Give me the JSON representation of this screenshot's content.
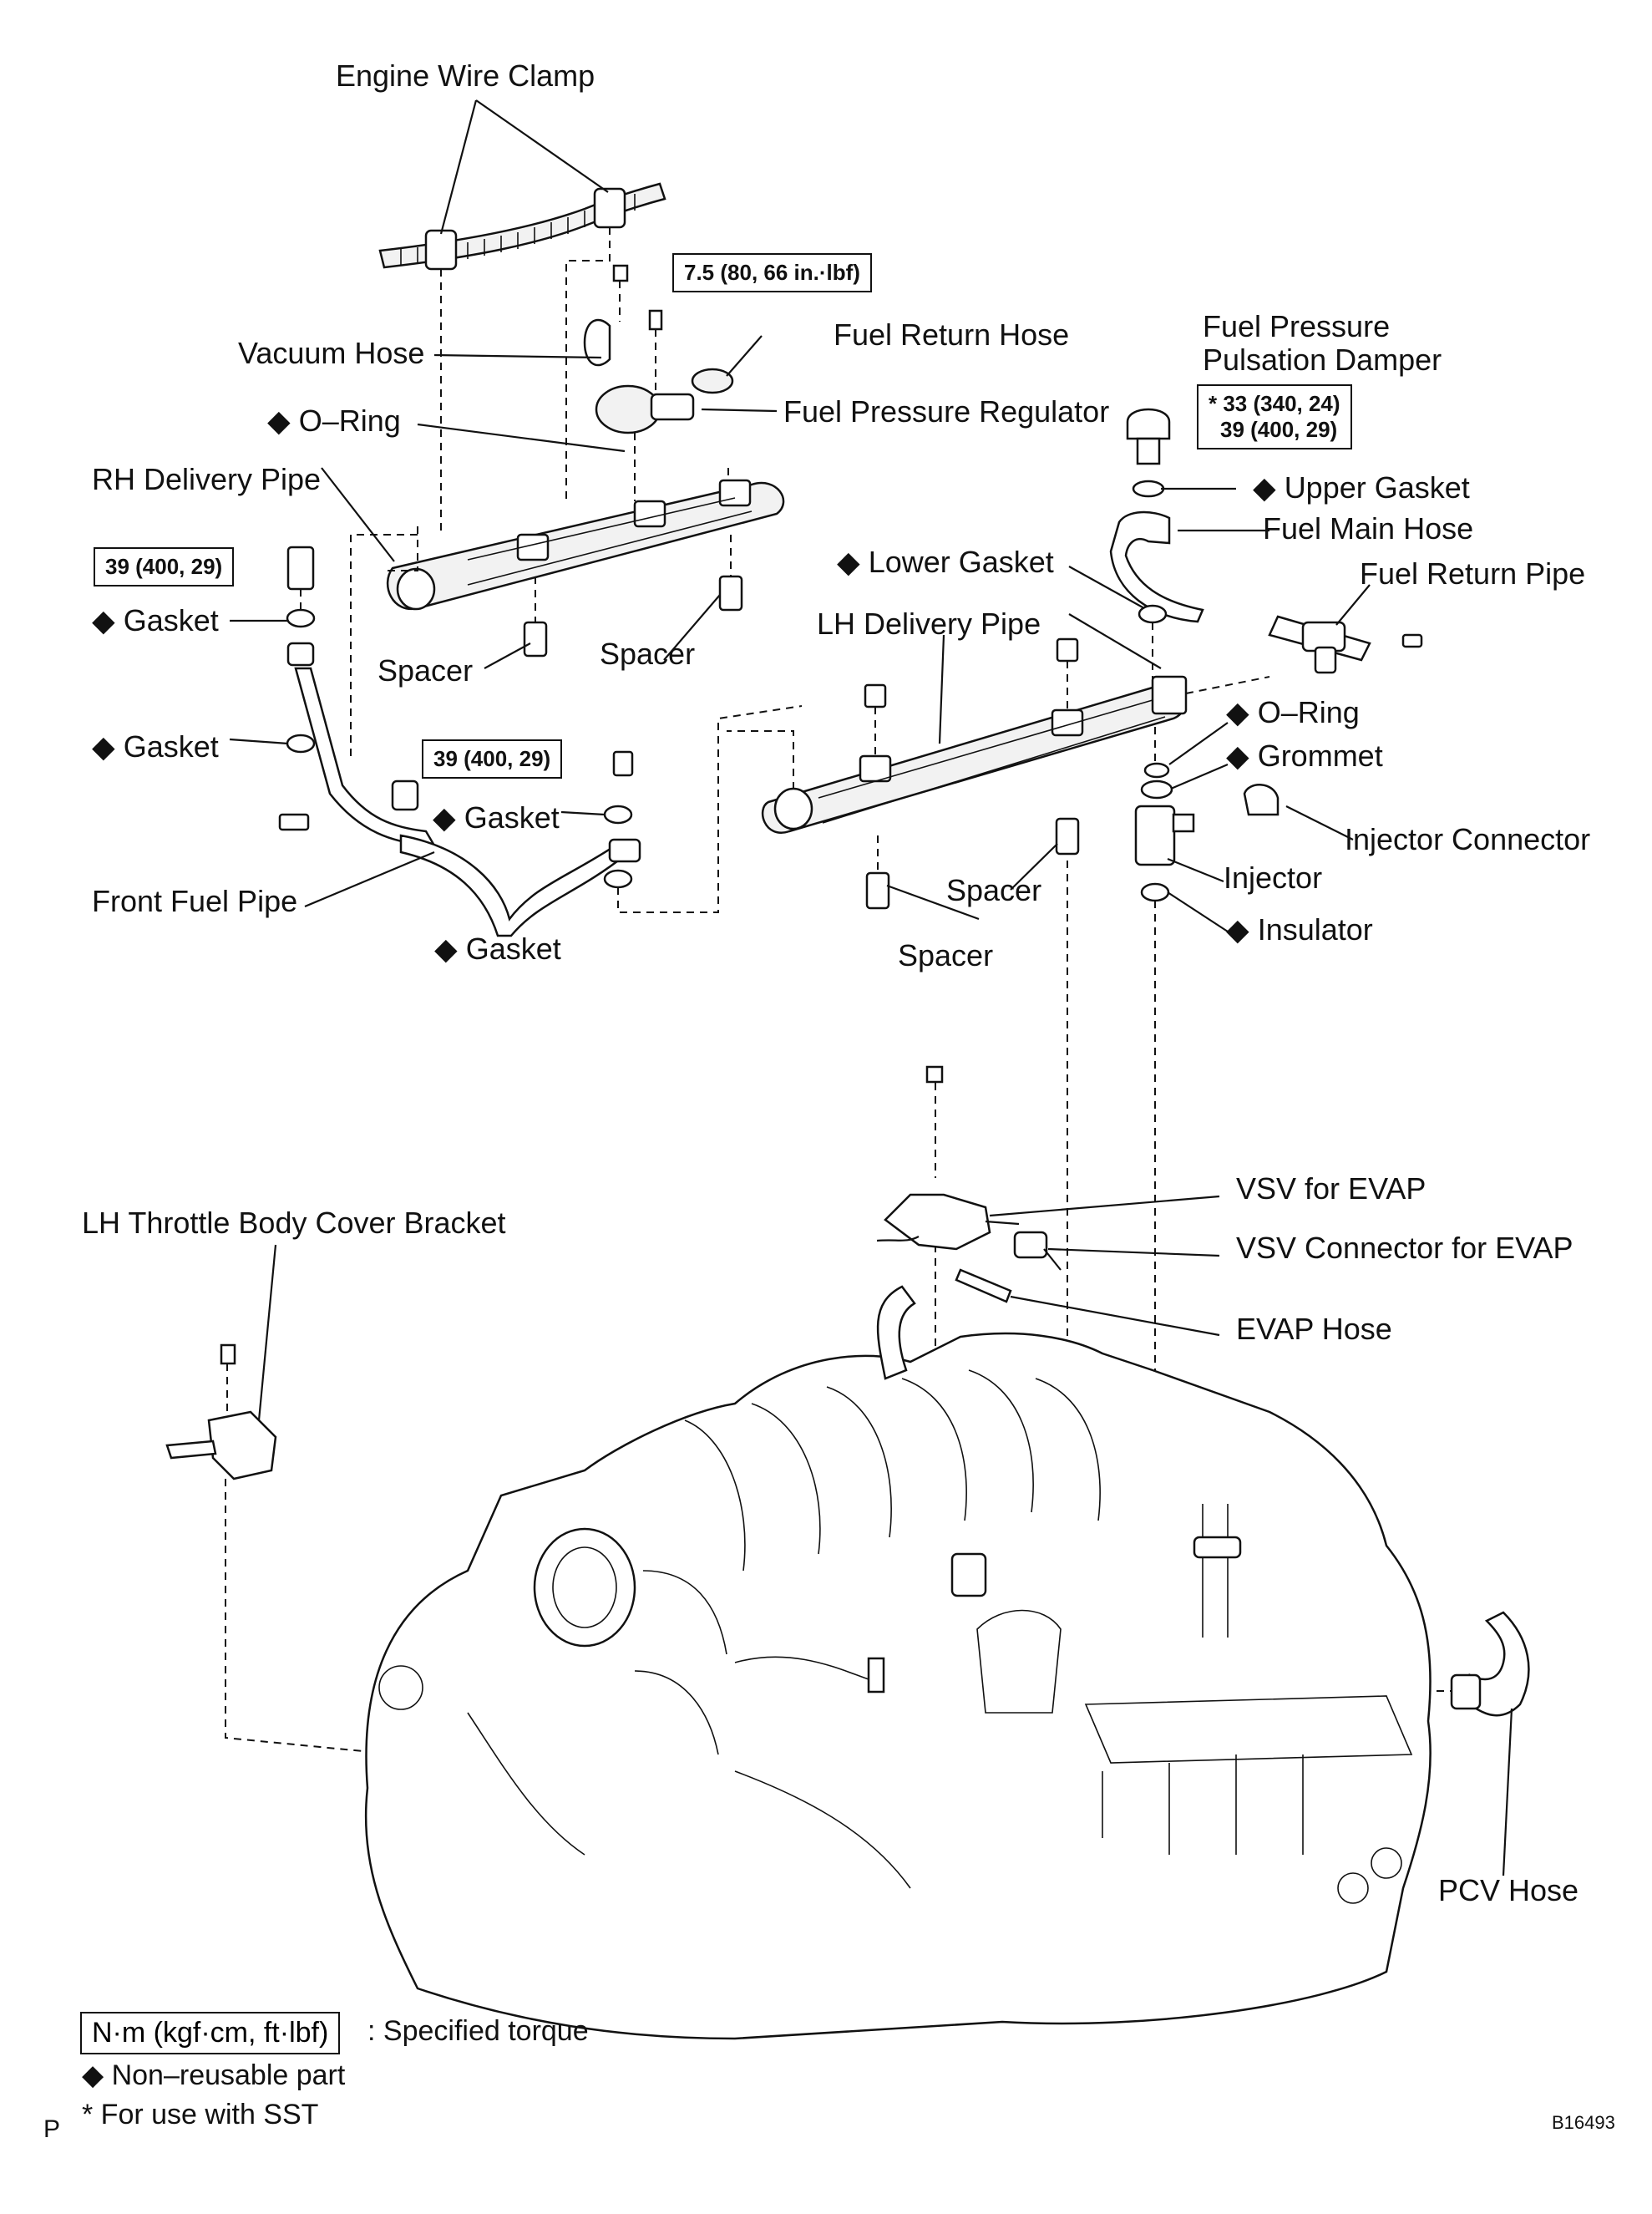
{
  "labels": {
    "engine_wire_clamp": "Engine Wire Clamp",
    "vacuum_hose": "Vacuum Hose",
    "fuel_return_hose": "Fuel Return Hose",
    "fuel_pressure_pulsation_damper_1": "Fuel Pressure",
    "fuel_pressure_pulsation_damper_2": "Pulsation Damper",
    "o_ring_top": "◆ O–Ring",
    "fuel_pressure_regulator": "Fuel Pressure Regulator",
    "rh_delivery_pipe": "RH Delivery Pipe",
    "upper_gasket": "◆ Upper Gasket",
    "fuel_main_hose": "Fuel Main Hose",
    "lower_gasket": "◆ Lower Gasket",
    "fuel_return_pipe": "Fuel Return Pipe",
    "gasket_1": "◆ Gasket",
    "lh_delivery_pipe": "LH Delivery Pipe",
    "spacer_1": "Spacer",
    "spacer_2": "Spacer",
    "gasket_2": "◆ Gasket",
    "o_ring_right": "◆ O–Ring",
    "grommet": "◆ Grommet",
    "gasket_3": "◆ Gasket",
    "injector_connector": "Injector Connector",
    "front_fuel_pipe": "Front Fuel Pipe",
    "injector": "Injector",
    "spacer_3": "Spacer",
    "insulator": "◆ Insulator",
    "gasket_4": "◆ Gasket",
    "spacer_4": "Spacer",
    "vsv_for_evap": "VSV for EVAP",
    "lh_throttle_body_cover_bracket": "LH Throttle Body Cover Bracket",
    "vsv_connector_for_evap": "VSV Connector for EVAP",
    "evap_hose": "EVAP Hose",
    "pcv_hose": "PCV Hose"
  },
  "torques": {
    "regulator_bolt": "7.5 (80, 66 in.·lbf)",
    "damper_line1": "* 33 (340, 24)",
    "damper_line2": "39 (400, 29)",
    "rh_pipe_bolt": "39 (400, 29)",
    "front_pipe_bolt": "39 (400, 29)"
  },
  "legend": {
    "torque_box": "N·m (kgf·cm, ft·lbf)",
    "torque_desc": ": Specified torque",
    "non_reusable": "◆ Non–reusable part",
    "sst": "* For use with SST"
  },
  "page_marker": "P",
  "figure_id": "B16493"
}
